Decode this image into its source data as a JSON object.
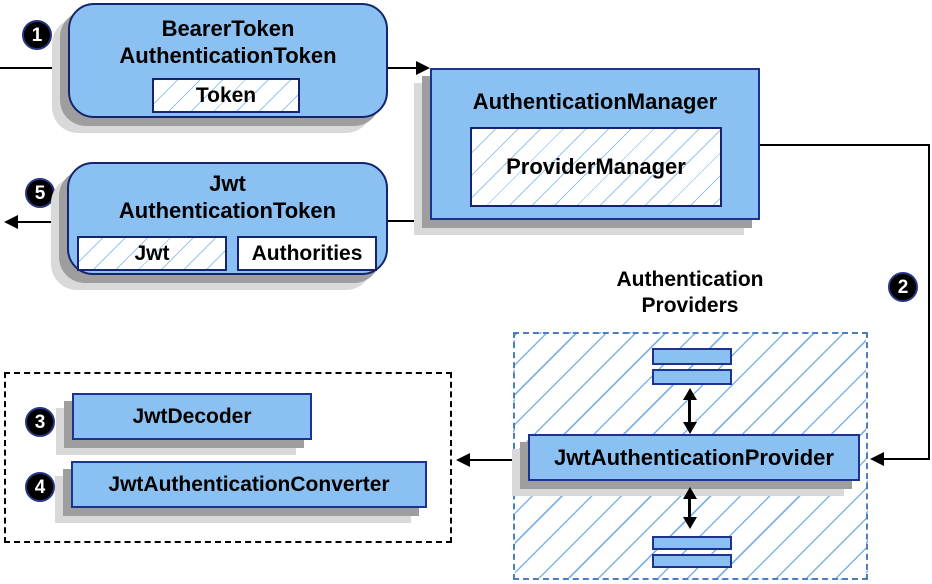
{
  "colors": {
    "node_fill": "#8bc1f2",
    "node_border": "#1d3390",
    "rounded_border": "#16246e",
    "hatch_line_inner": "#9cc4ee",
    "hatch_line_container": "#7fb3e8",
    "dashed_blue_border": "#4d7fc0",
    "dashed_black_border": "#000000",
    "shadow_dark": "#9e9e9e",
    "shadow_light": "#d9d9d9",
    "connector": "#000000"
  },
  "steps": {
    "s1": "1",
    "s2": "2",
    "s3": "3",
    "s4": "4",
    "s5": "5"
  },
  "nodes": {
    "bearer_token": {
      "title_line1": "BearerToken",
      "title_line2": "AuthenticationToken",
      "field_token": "Token"
    },
    "authentication_manager": {
      "title": "AuthenticationManager",
      "field_provider_manager": "ProviderManager"
    },
    "jwt_authentication_token": {
      "title_line1": "Jwt",
      "title_line2": "AuthenticationToken",
      "field_jwt": "Jwt",
      "field_authorities": "Authorities"
    },
    "providers_group": {
      "title_line1": "Authentication",
      "title_line2": "Providers"
    },
    "jwt_authentication_provider": {
      "title": "JwtAuthenticationProvider"
    },
    "jwt_decoder": {
      "title": "JwtDecoder"
    },
    "jwt_authentication_converter": {
      "title": "JwtAuthenticationConverter"
    }
  }
}
